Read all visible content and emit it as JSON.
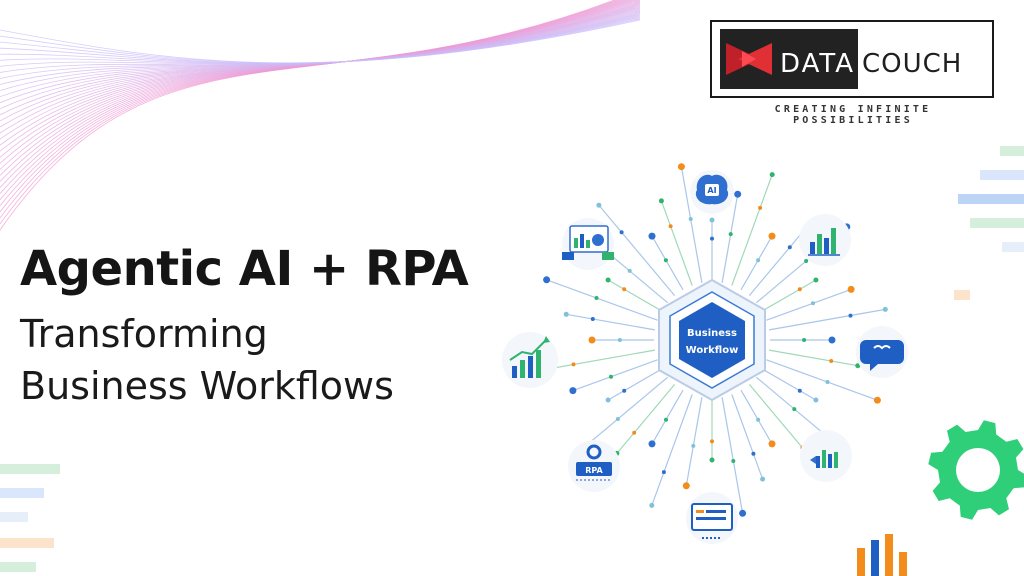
{
  "logo": {
    "brand_first": "DATA",
    "brand_second": "COUCH",
    "tagline": "CREATING INFINITE POSSIBILITIES"
  },
  "headline": {
    "title": "Agentic AI + RPA",
    "subtitle_line1": "Transforming",
    "subtitle_line2": "Business Workflows"
  },
  "diagram": {
    "center_line1": "Business",
    "center_line2": "Workflow",
    "nodes": {
      "top": "AI",
      "bottom_left": "RPA"
    }
  },
  "colors": {
    "primary_blue": "#1f5fc4",
    "accent_green": "#2fb36f",
    "accent_orange": "#f28c1a",
    "text_dark": "#151515"
  }
}
